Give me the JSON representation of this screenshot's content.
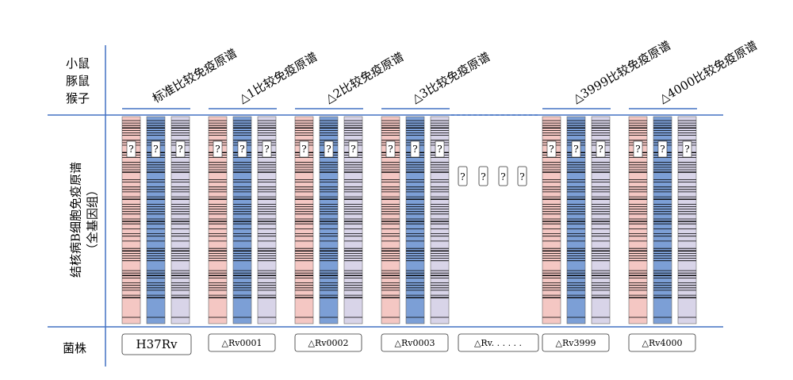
{
  "row_labels": {
    "animals": [
      "小鼠",
      "豚鼠",
      "猴子"
    ],
    "genome_title": "结核病B细胞免疫原谱",
    "genome_subtitle": "（全基因组）",
    "strain": "菌株"
  },
  "groups": [
    {
      "header": "标准比较免疫原谱",
      "strain": "H37Rv"
    },
    {
      "header": "△1比较免疫原谱",
      "strain": "△Rv0001"
    },
    {
      "header": "△2比较免疫原谱",
      "strain": "△Rv0002"
    },
    {
      "header": "△3比较免疫原谱",
      "strain": "△Rv0003"
    },
    {
      "header": "",
      "strain": "△Rv. . . . . ."
    },
    {
      "header": "△3999比较免疫原谱",
      "strain": "△Rv3999"
    },
    {
      "header": "△4000比较免疫原谱",
      "strain": "△Rv4000"
    }
  ],
  "unknown_mark": "?",
  "colors": {
    "axis": "#4472c4",
    "mouse_column": "#f4c7c3",
    "guinea_pig_column": "#7c9fd6",
    "monkey_column": "#d8d4e8",
    "band": "#000000"
  }
}
